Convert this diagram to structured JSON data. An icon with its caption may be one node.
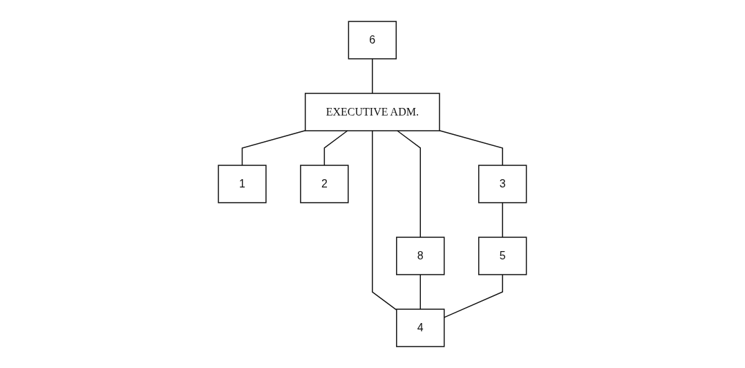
{
  "diagram": {
    "nodes": [
      {
        "text": [
          "6"
        ]
      },
      {
        "text": [
          "EXECUTIVE ADM."
        ]
      },
      {
        "text": [
          "8"
        ]
      },
      {
        "text": [
          "1"
        ]
      },
      {
        "text": [
          "2"
        ]
      },
      {
        "text": [
          "3"
        ]
      },
      {
        "text": [
          "5"
        ]
      },
      {
        "text": [
          "4"
        ]
      }
    ],
    "edges": [
      {
        "from": 0,
        "to": 1,
        "arrow": "none"
      },
      {
        "from": 1,
        "to": 2,
        "arrow": "none"
      },
      {
        "from": 1,
        "to": 3,
        "arrow": "none"
      },
      {
        "from": 1,
        "to": 4,
        "arrow": "none"
      },
      {
        "from": 1,
        "to": 5,
        "arrow": "none"
      },
      {
        "from": 1,
        "to": 7,
        "arrow": "none"
      },
      {
        "from": 2,
        "to": 7,
        "arrow": "none"
      },
      {
        "from": 5,
        "to": 6,
        "arrow": "none"
      },
      {
        "from": 6,
        "to": 7,
        "arrow": "none"
      }
    ]
  }
}
